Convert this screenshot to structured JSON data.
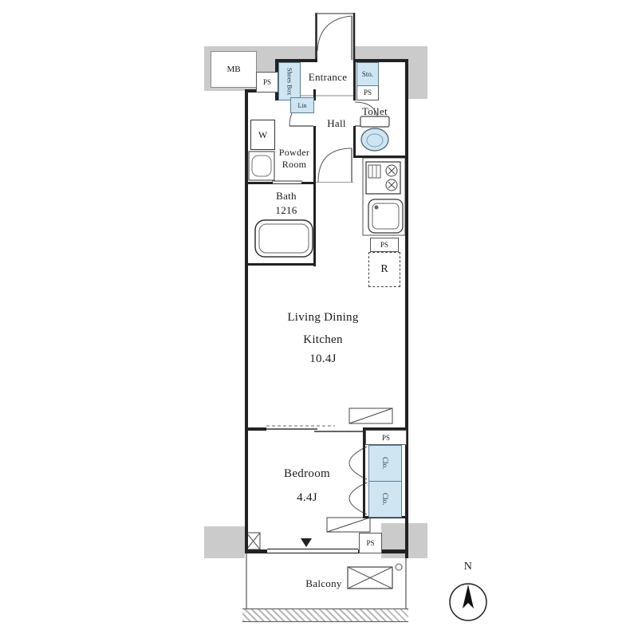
{
  "colors": {
    "wall": "#222222",
    "common_area_fill": "#cbcbcb",
    "storage_fill": "#cfe5f2",
    "accent_line": "#555555"
  },
  "plan": {
    "meter_box": "MB",
    "pipe_space": "PS",
    "shoes_box": "Shoes Box",
    "entrance": "Entrance",
    "storage": "Sto.",
    "linen": "Lin",
    "hall": "Hall",
    "toilet": "Toilet",
    "washer": "W",
    "powder_room": "Powder Room",
    "bath": "Bath",
    "bath_size": "1216",
    "ldk": "Living Dining Kitchen",
    "ldk_size": "10.4J",
    "refrigerator": "R",
    "bedroom": "Bedroom",
    "bedroom_size": "4.4J",
    "closet": "Clo.",
    "balcony": "Balcony",
    "north": "N"
  }
}
